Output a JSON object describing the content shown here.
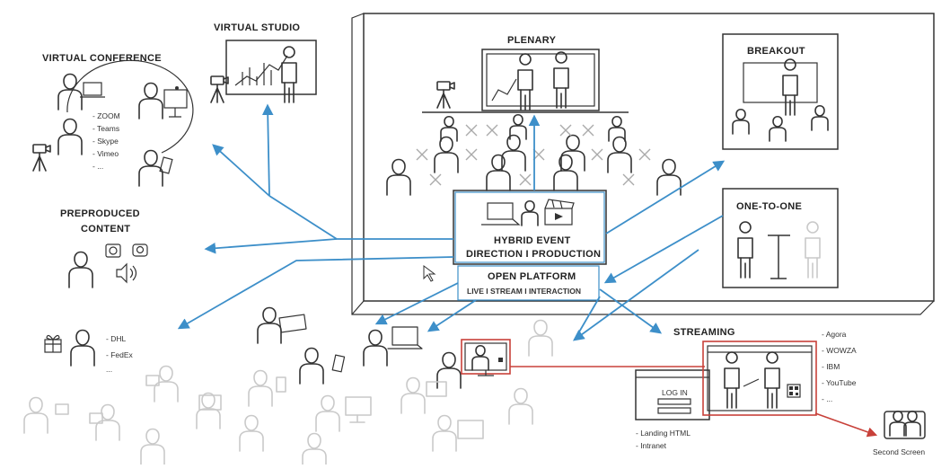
{
  "labels": {
    "virtual_studio": "VIRTUAL STUDIO",
    "virtual_conference": "VIRTUAL CONFERENCE",
    "plenary": "PLENARY",
    "breakout": "BREAKOUT",
    "one_to_one": "ONE-TO-ONE",
    "preproduced_line1": "PREPRODUCED",
    "preproduced_line2": "CONTENT",
    "hybrid_line1": "HYBRID EVENT",
    "hybrid_line2": "DIRECTION I PRODUCTION",
    "open_platform_line1": "OPEN PLATFORM",
    "open_platform_line2": "LIVE I STREAM I INTERACTION",
    "streaming": "STREAMING",
    "log_in": "LOG IN",
    "second_screen": "Second Screen"
  },
  "conference_tools": [
    "- ZOOM",
    "- Teams",
    "- Skype",
    "- Vimeo",
    "- ..."
  ],
  "shipping": [
    "- DHL",
    "- FedEx",
    "..."
  ],
  "streaming_platforms": [
    "- Agora",
    "- WOWZA",
    "- IBM",
    "- YouTube",
    "- ..."
  ],
  "landing": [
    "- Landing HTML",
    "- Intranet"
  ],
  "colors": {
    "arrow": "#3d8fc9",
    "highlight": "#c8413a",
    "ink": "#333333",
    "faded": "#c9c9c9"
  },
  "icons": [
    "camera-icon",
    "laptop-icon",
    "clapperboard-icon",
    "gift-icon",
    "speaker-icon",
    "photo-camera-icon",
    "qr-code-icon",
    "mouse-cursor-icon"
  ]
}
